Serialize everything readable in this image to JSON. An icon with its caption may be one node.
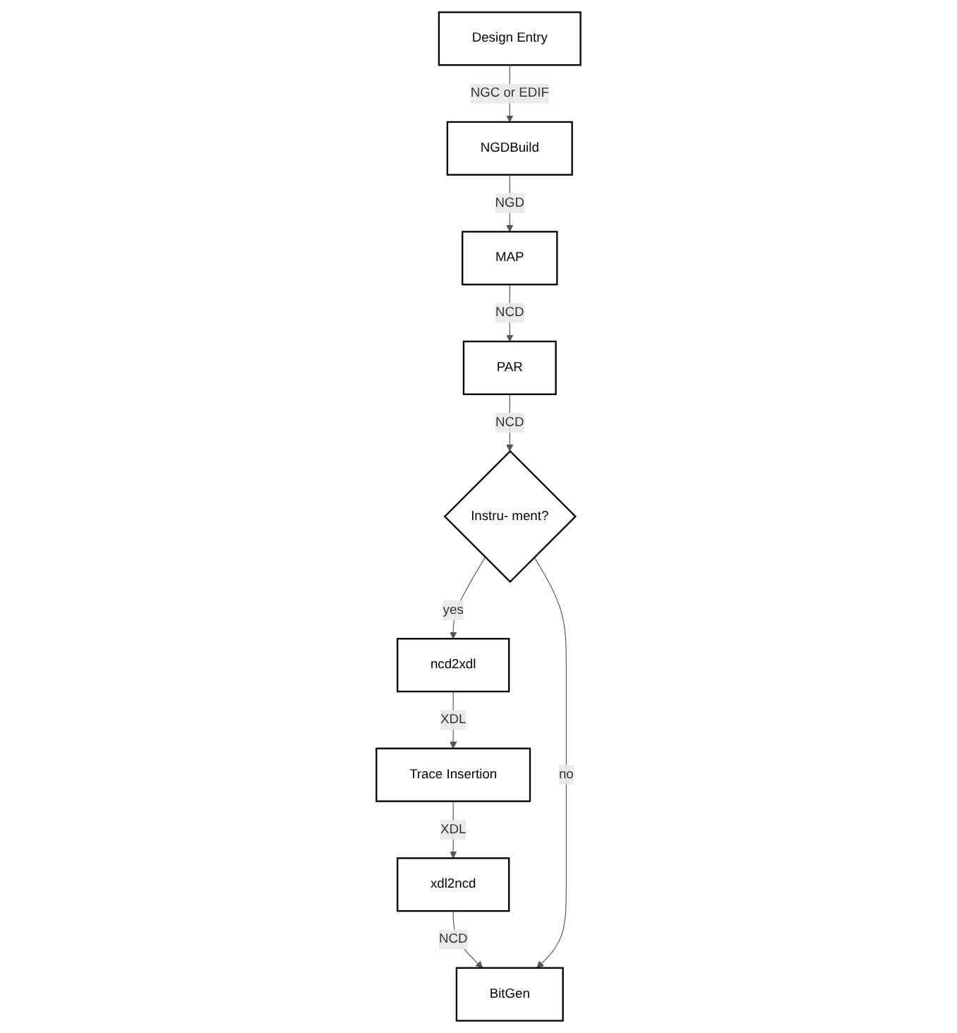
{
  "diagram": {
    "nodes": [
      {
        "text": [
          "Design Entry"
        ]
      },
      {
        "text": [
          "NGDBuild"
        ]
      },
      {
        "text": [
          "MAP"
        ]
      },
      {
        "text": [
          "PAR"
        ]
      },
      {
        "text": [
          "Instru- ment?"
        ]
      },
      {
        "text": [
          "ncd2xdl"
        ]
      },
      {
        "text": [
          "Trace Insertion"
        ]
      },
      {
        "text": [
          "xdl2ncd"
        ]
      },
      {
        "text": [
          "BitGen"
        ]
      }
    ],
    "edges": [
      {
        "from": 0,
        "to": 1,
        "arrow": "to",
        "label": "NGC or EDIF"
      },
      {
        "from": 1,
        "to": 2,
        "arrow": "to",
        "label": "NGD"
      },
      {
        "from": 2,
        "to": 3,
        "arrow": "to",
        "label": "NCD"
      },
      {
        "from": 3,
        "to": 4,
        "arrow": "to",
        "label": "NCD"
      },
      {
        "from": 4,
        "to": 5,
        "arrow": "to",
        "label": "yes"
      },
      {
        "from": 5,
        "to": 6,
        "arrow": "to",
        "label": "XDL"
      },
      {
        "from": 6,
        "to": 7,
        "arrow": "to",
        "label": "XDL"
      },
      {
        "from": 7,
        "to": 8,
        "arrow": "to",
        "label": "NCD"
      },
      {
        "from": 4,
        "to": 8,
        "arrow": "to",
        "label": "no"
      }
    ]
  }
}
